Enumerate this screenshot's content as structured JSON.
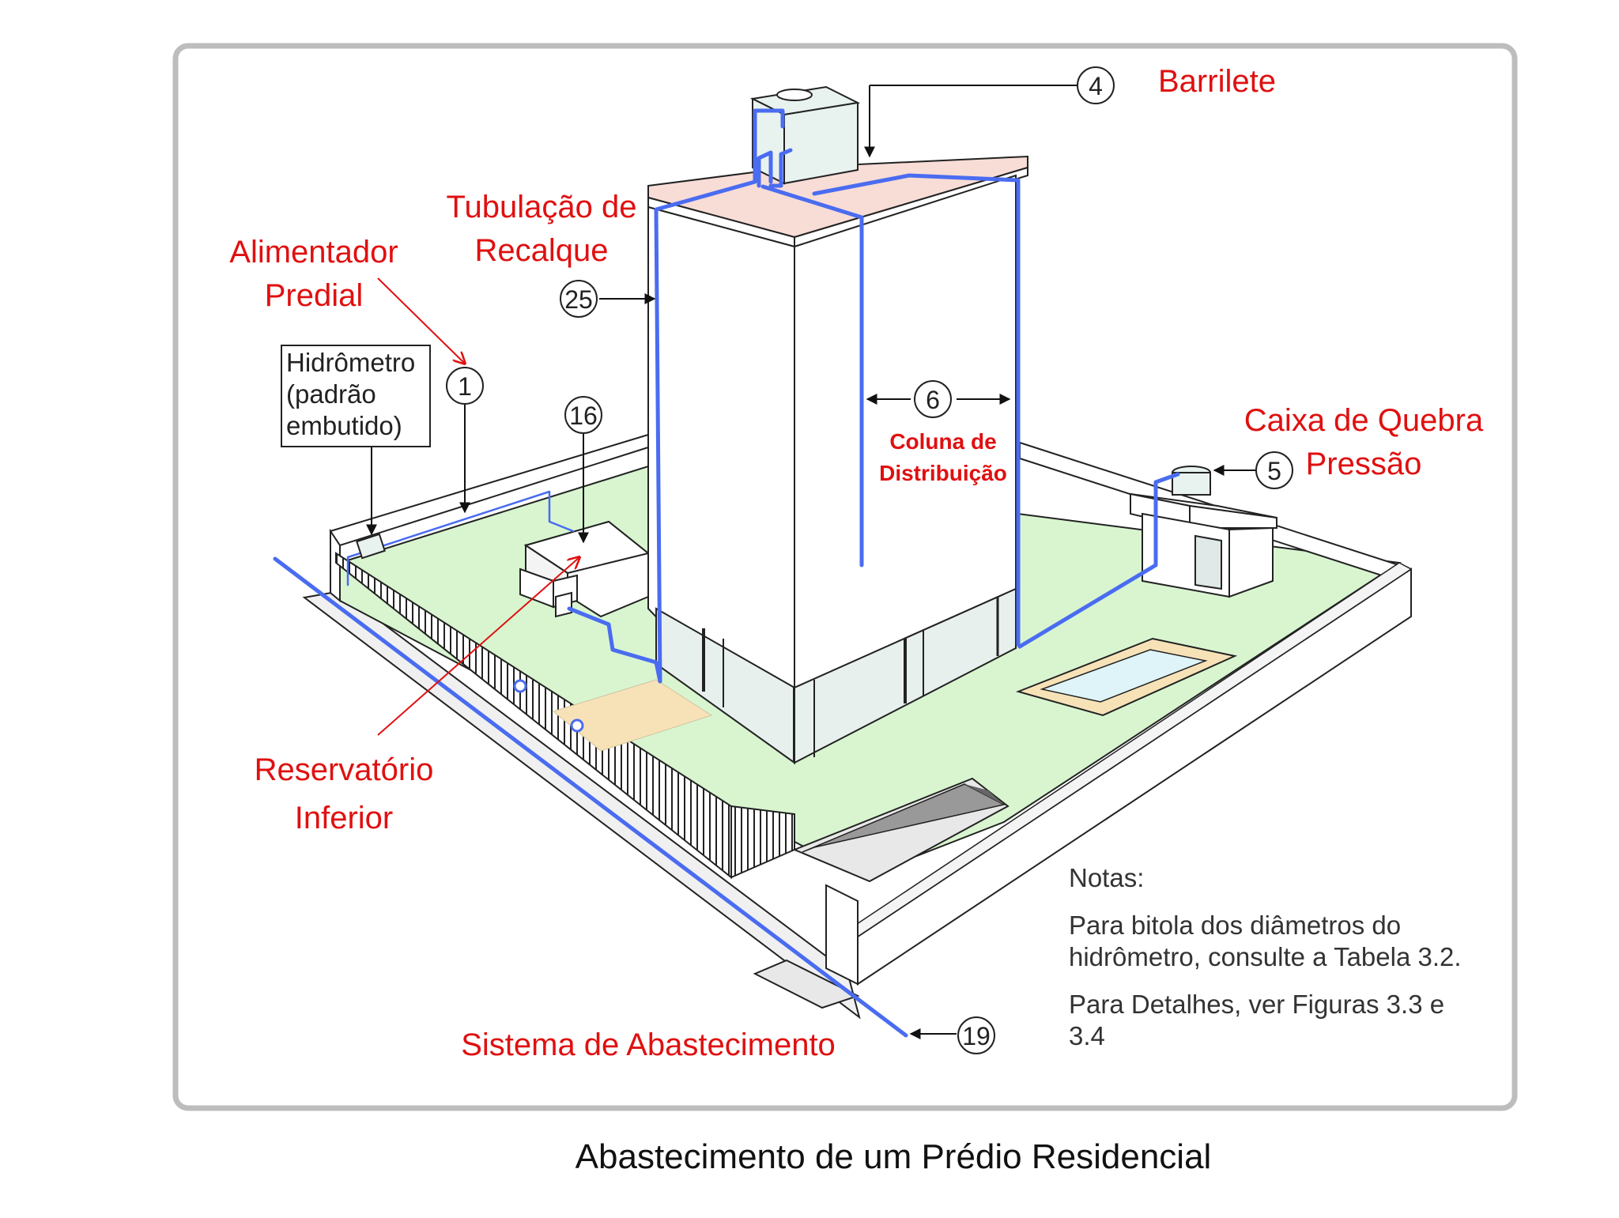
{
  "caption": "Abastecimento de um Prédio Residencial",
  "labels": {
    "barrilete": "Barrilete",
    "tubulacao_line1": "Tubulação de",
    "tubulacao_line2": "Recalque",
    "alimentador_line1": "Alimentador",
    "alimentador_line2": "Predial",
    "caixa_line1": "Caixa de Quebra",
    "caixa_line2": "Pressão",
    "coluna_line1": "Coluna de",
    "coluna_line2": "Distribuição",
    "reservatorio_line1": "Reservatório",
    "reservatorio_line2": "Inferior",
    "sistema": "Sistema de Abastecimento"
  },
  "hidrometro_box": {
    "line1": "Hidrômetro",
    "line2": "(padrão",
    "line3": "embutido)"
  },
  "callouts": {
    "c1": "1",
    "c4": "4",
    "c5": "5",
    "c6": "6",
    "c16": "16",
    "c19": "19",
    "c25": "25"
  },
  "notes": {
    "title": "Notas:",
    "n1_line1": "Para bitola dos diâmetros do",
    "n1_line2": "hidrômetro, consulte a Tabela 3.2.",
    "n2_line1": "Para Detalhes, ver Figuras 3.3 e",
    "n2_line2": "3.4"
  },
  "colors": {
    "pipe": "#4a6cf0",
    "label_red": "#e01010",
    "ground_green": "#d8f5d0",
    "roof_pink": "#f8dcd6",
    "frame_gray": "#bdbdbd"
  }
}
